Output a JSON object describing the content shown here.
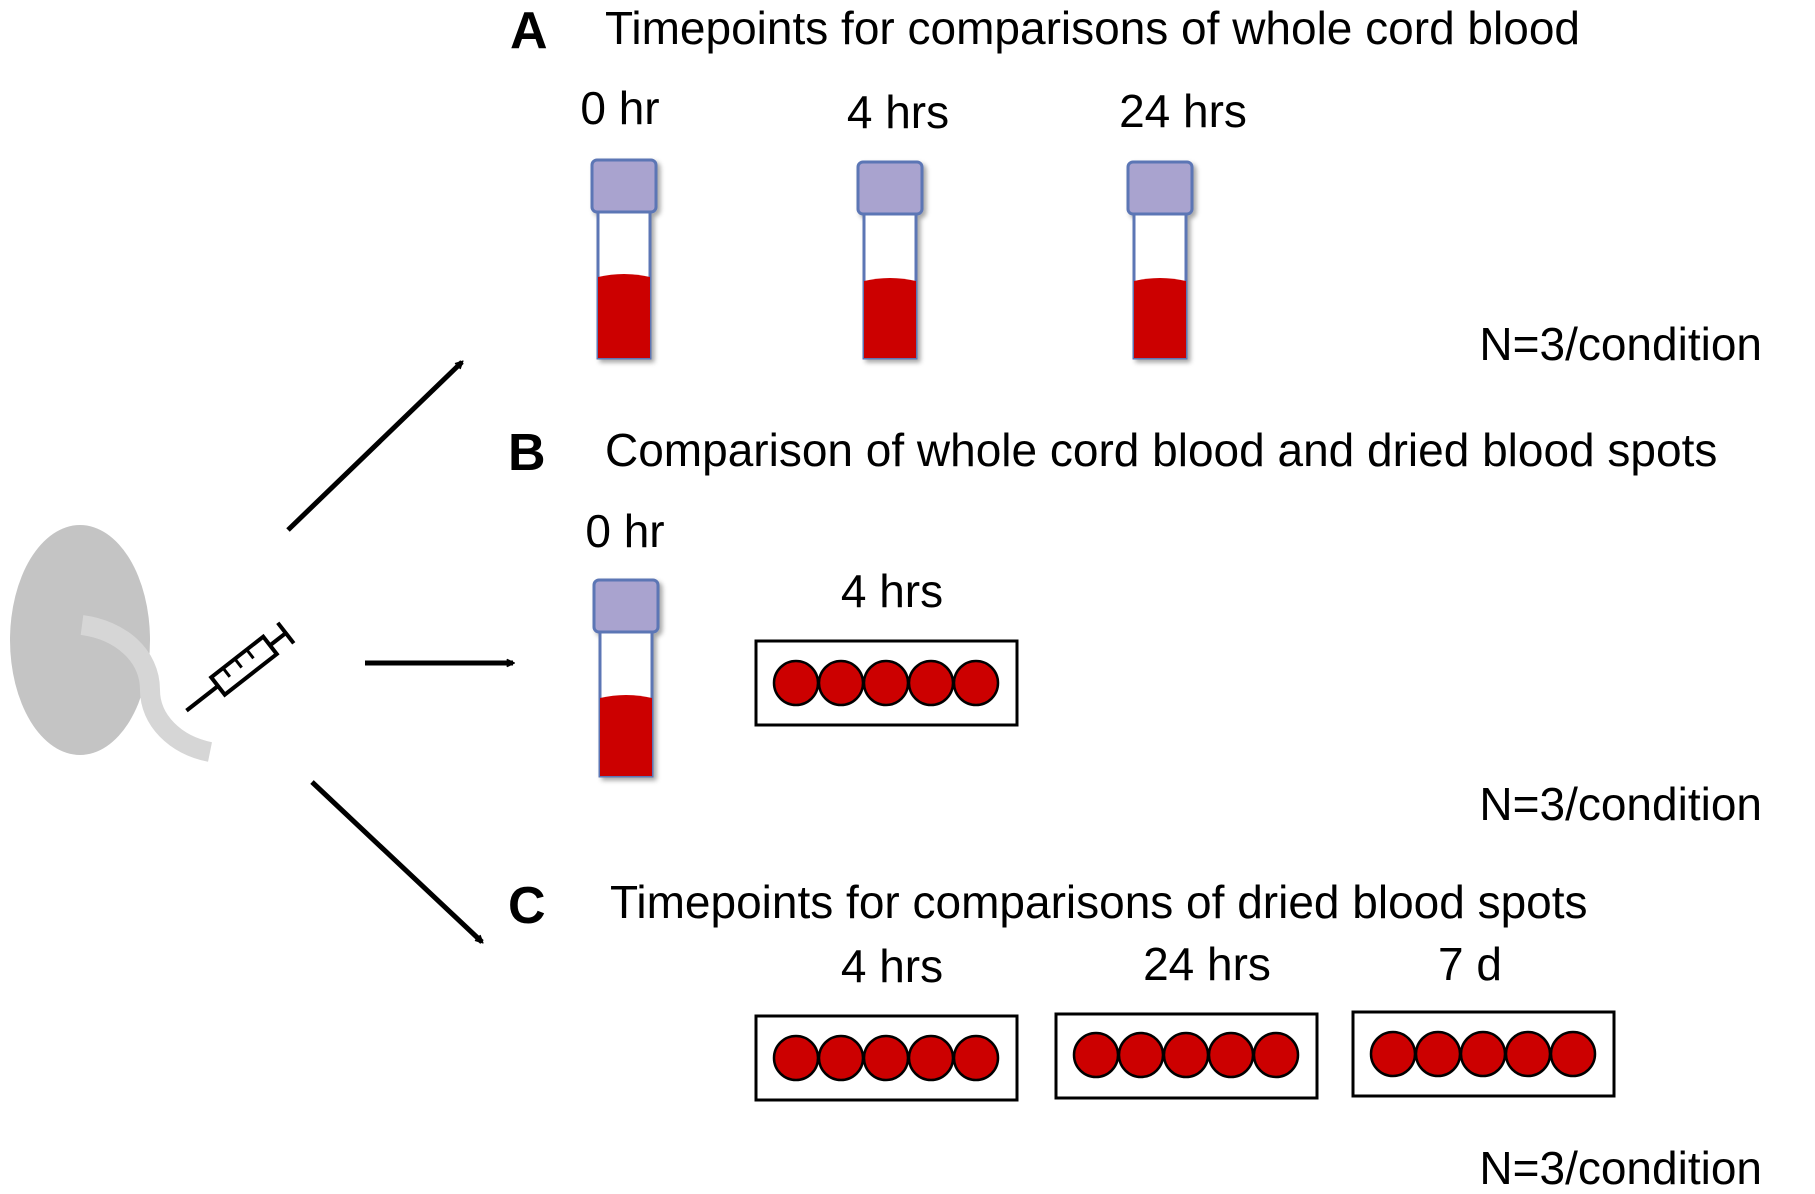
{
  "panels": [
    {
      "letter": "A",
      "title": "Timepoints for comparisons of whole cord blood",
      "items": [
        {
          "label": "0 hr",
          "kind": "tube"
        },
        {
          "label": "4 hrs",
          "kind": "tube"
        },
        {
          "label": "24 hrs",
          "kind": "tube"
        }
      ],
      "n_label": "N=3/condition"
    },
    {
      "letter": "B",
      "title": "Comparison of whole cord blood and dried blood spots",
      "items": [
        {
          "label": "0 hr",
          "kind": "tube"
        },
        {
          "label": "4 hrs",
          "kind": "spot-card",
          "spots": 5
        }
      ],
      "n_label": "N=3/condition"
    },
    {
      "letter": "C",
      "title": "Timepoints for comparisons of dried blood spots",
      "items": [
        {
          "label": "4 hrs",
          "kind": "spot-card",
          "spots": 5
        },
        {
          "label": "24 hrs",
          "kind": "spot-card",
          "spots": 5
        },
        {
          "label": "7 d",
          "kind": "spot-card",
          "spots": 5
        }
      ],
      "n_label": "N=3/condition"
    }
  ],
  "icons": {
    "source": "placenta-icon",
    "collector": "syringe-icon",
    "arrow": "arrow-icon"
  },
  "colors": {
    "cap": "#a9a3cf",
    "cap_stroke": "#5b76b5",
    "blood": "#cc0000",
    "tube_outline": "#5b76b5",
    "placenta": "#c4c4c4",
    "cord": "#d6d6d6",
    "card_stroke": "#000000"
  }
}
